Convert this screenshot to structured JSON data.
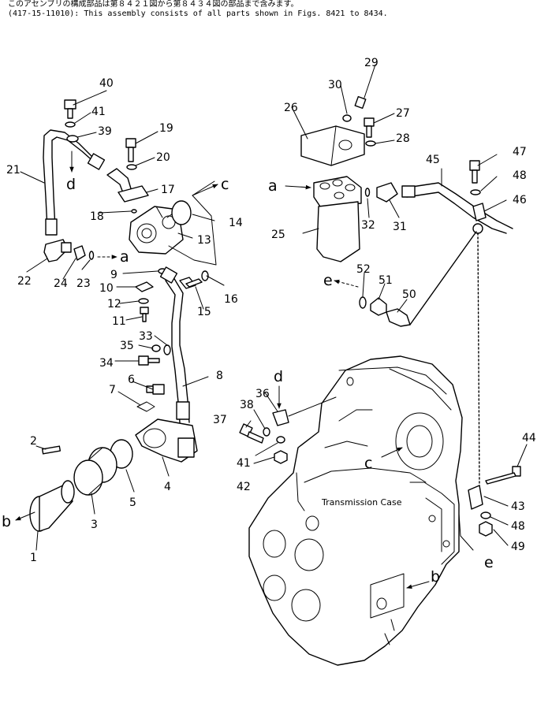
{
  "header": {
    "line1": "このアセンブリの構成部品は第８４２１図から第８４３４図の部品まで含みます。",
    "line2": "(417-15-11010): This assembly consists of all parts shown in Figs. 8421 to 8434."
  },
  "case_label": "Transmission Case",
  "letters": {
    "a": "a",
    "b": "b",
    "c": "c",
    "d": "d",
    "e": "e"
  },
  "parts": {
    "p1": "1",
    "p2": "2",
    "p3": "3",
    "p4": "4",
    "p5": "5",
    "p6": "6",
    "p7": "7",
    "p8": "8",
    "p9": "9",
    "p10": "10",
    "p11": "11",
    "p12": "12",
    "p13": "13",
    "p14": "14",
    "p15": "15",
    "p16": "16",
    "p17": "17",
    "p18": "18",
    "p19": "19",
    "p20": "20",
    "p21": "21",
    "p22": "22",
    "p23": "23",
    "p24": "24",
    "p25": "25",
    "p26": "26",
    "p27": "27",
    "p28": "28",
    "p29": "29",
    "p30": "30",
    "p31": "31",
    "p32": "32",
    "p33": "33",
    "p34": "34",
    "p35": "35",
    "p36": "36",
    "p37": "37",
    "p38": "38",
    "p39": "39",
    "p40": "40",
    "p41": "41",
    "p41b": "41",
    "p42": "42",
    "p43": "43",
    "p44": "44",
    "p45": "45",
    "p46": "46",
    "p47": "47",
    "p48": "48",
    "p48b": "48",
    "p49": "49",
    "p50": "50",
    "p51": "51",
    "p52": "52"
  }
}
